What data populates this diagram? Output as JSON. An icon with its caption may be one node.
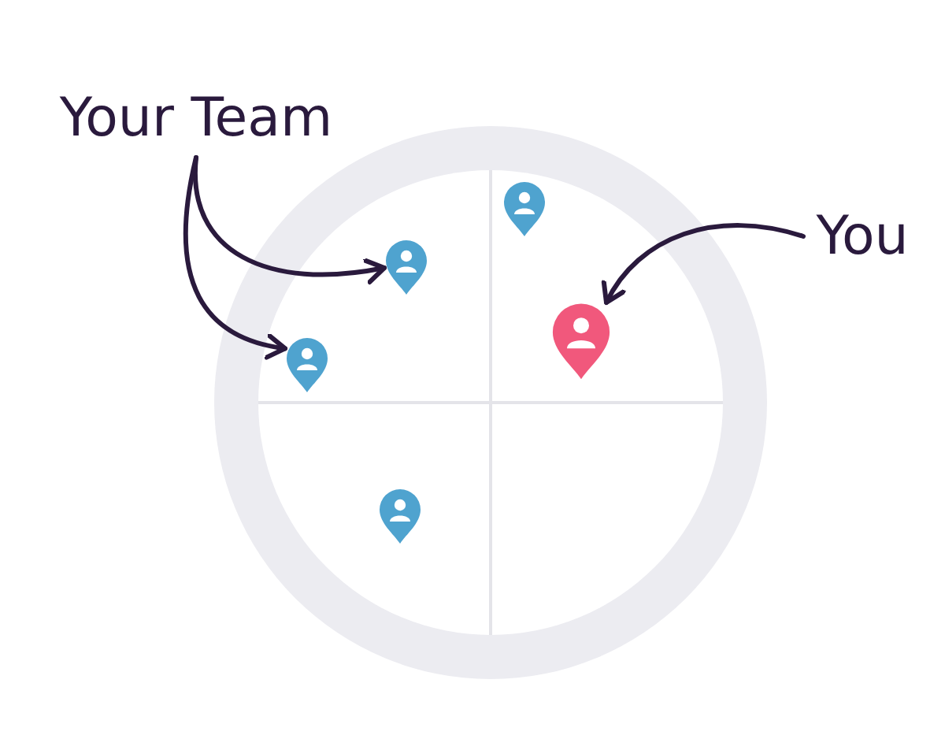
{
  "diagram": {
    "nodes": [
      {
        "text": [
          "Your Team"
        ]
      },
      {
        "text": [
          "You"
        ]
      },
      {
        "text": [],
        "shape": "circle"
      },
      {
        "text": [],
        "shape": "pin",
        "in": 2
      },
      {
        "text": [],
        "shape": "pin",
        "in": 2
      },
      {
        "text": [],
        "shape": "pin",
        "in": 2
      },
      {
        "text": [],
        "shape": "pin",
        "in": 2
      },
      {
        "text": [],
        "shape": "pin",
        "in": 2
      }
    ],
    "edges": [
      {
        "from": 0,
        "to": 4,
        "arrow": "to"
      },
      {
        "from": 0,
        "to": 6,
        "arrow": "to"
      },
      {
        "from": 1,
        "to": 5,
        "arrow": "to"
      }
    ]
  }
}
